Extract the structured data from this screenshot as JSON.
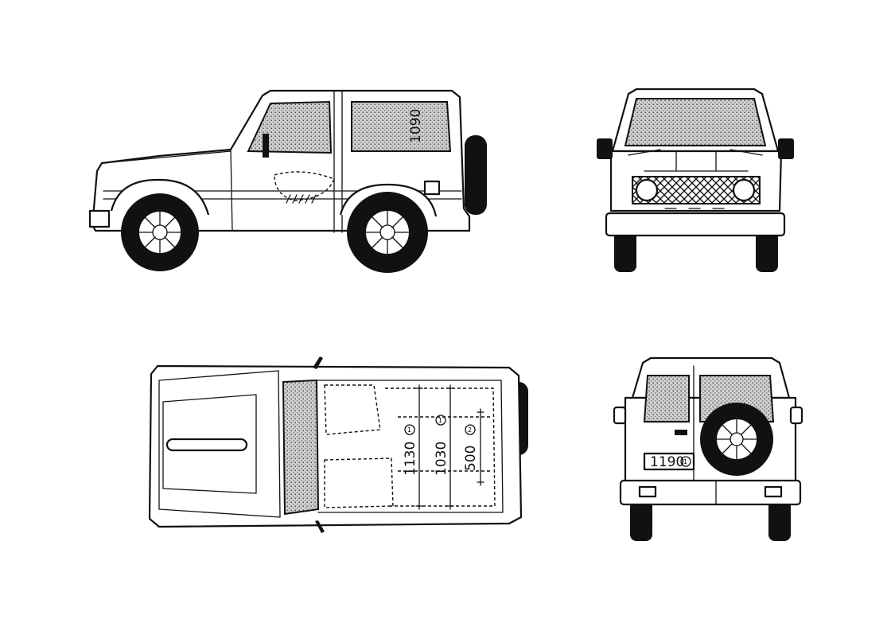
{
  "views": {
    "side": {
      "roof_dimension": "1090"
    },
    "front": {},
    "top": {
      "dim_outer": "1130",
      "dim_middle": "1030",
      "dim_inner": "500"
    },
    "rear": {
      "plate_dimension": "1190"
    }
  },
  "dimension_markers": {
    "marker_1": "1",
    "marker_2": "2"
  },
  "colors": {
    "ink": "#111111",
    "paper": "#ffffff"
  }
}
